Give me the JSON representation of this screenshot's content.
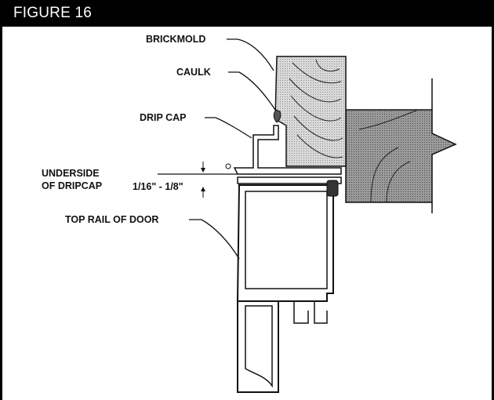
{
  "figure": {
    "title": "FIGURE 16"
  },
  "labels": {
    "brickmold": "BRICKMOLD",
    "caulk": "CAULK",
    "drip_cap": "DRIP CAP",
    "underside_line1": "UNDERSIDE",
    "underside_line2": "OF DRIPCAP",
    "gap": "1/16\" - 1/8\"",
    "top_rail": "TOP RAIL OF DOOR"
  },
  "colors": {
    "header": "#000000",
    "wood_fill": "#cfcfcf",
    "wall_fill": "#8e8e8e",
    "line": "#111111"
  }
}
